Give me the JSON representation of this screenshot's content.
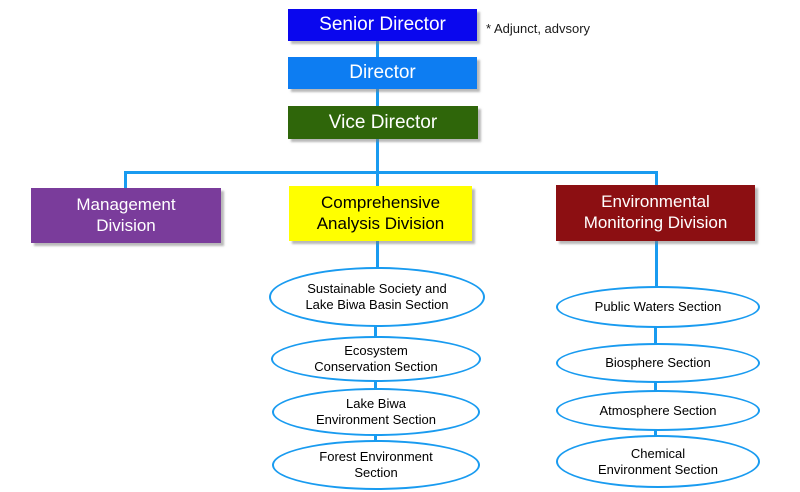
{
  "annotation": {
    "text": "* Adjunct, advsory"
  },
  "leadership": [
    {
      "label": "Senior Director",
      "color": "#0a07ee"
    },
    {
      "label": "Director",
      "color": "#0d7df2"
    },
    {
      "label": "Vice Director",
      "color": "#2f660a"
    }
  ],
  "divisions": [
    {
      "label": "Management Division",
      "color": "#7a3c9b"
    },
    {
      "label": "Comprehensive Analysis Division",
      "color": "#ffff00"
    },
    {
      "label": "Environmental Monitoring Division",
      "color": "#8c0f12"
    }
  ],
  "sections": {
    "comprehensive_analysis": [
      "Sustainable Society and Lake Biwa Basin Section",
      "Ecosystem Conservation Section",
      "Lake Biwa Environment Section",
      "Forest Environment Section"
    ],
    "environmental_monitoring": [
      "Public Waters Section",
      "Biosphere Section",
      "Atmosphere Section",
      "Chemical Environment Section"
    ]
  },
  "connector_color": "#199bf0"
}
